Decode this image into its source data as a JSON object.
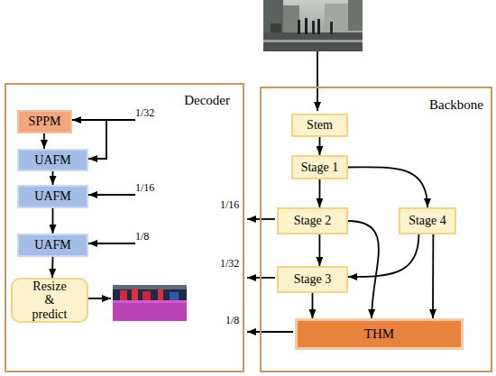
{
  "diagram": {
    "nodes": [
      {
        "text": [
          "Decoder"
        ]
      },
      {
        "text": [
          "SPPM"
        ],
        "in": 0
      },
      {
        "text": [
          "UAFM"
        ],
        "in": 0
      },
      {
        "text": [
          "UAFM"
        ],
        "in": 0
      },
      {
        "text": [
          "UAFM"
        ],
        "in": 0
      },
      {
        "text": [
          "Resize & predict"
        ],
        "in": 0
      },
      {
        "text": [
          "Backbone"
        ]
      },
      {
        "text": [
          "Stem"
        ],
        "in": 6
      },
      {
        "text": [
          "Stage 1"
        ],
        "in": 6
      },
      {
        "text": [
          "Stage 2"
        ],
        "in": 6
      },
      {
        "text": [
          "Stage 4"
        ],
        "in": 6
      },
      {
        "text": [
          "Stage 3"
        ],
        "in": 6
      },
      {
        "text": [
          "THM"
        ],
        "in": 6
      }
    ],
    "edges": [
      {
        "from": 1,
        "to": 2,
        "arrow": "to"
      },
      {
        "from": 2,
        "to": 3,
        "arrow": "to"
      },
      {
        "from": 3,
        "to": 4,
        "arrow": "to"
      },
      {
        "from": 4,
        "to": 5,
        "arrow": "to"
      },
      {
        "from": 7,
        "to": 8,
        "arrow": "to"
      },
      {
        "from": 8,
        "to": 9,
        "arrow": "to"
      },
      {
        "from": 8,
        "to": 10,
        "arrow": "to"
      },
      {
        "from": 9,
        "to": 11,
        "arrow": "to"
      },
      {
        "from": 10,
        "to": 11,
        "arrow": "to"
      },
      {
        "from": 9,
        "to": 12,
        "arrow": "to"
      },
      {
        "from": 11,
        "to": 12,
        "arrow": "to"
      },
      {
        "from": 10,
        "to": 12,
        "arrow": "to"
      }
    ],
    "labels": [
      "1/32",
      "1/16",
      "1/8",
      "1/16",
      "1/32",
      "1/8"
    ]
  }
}
